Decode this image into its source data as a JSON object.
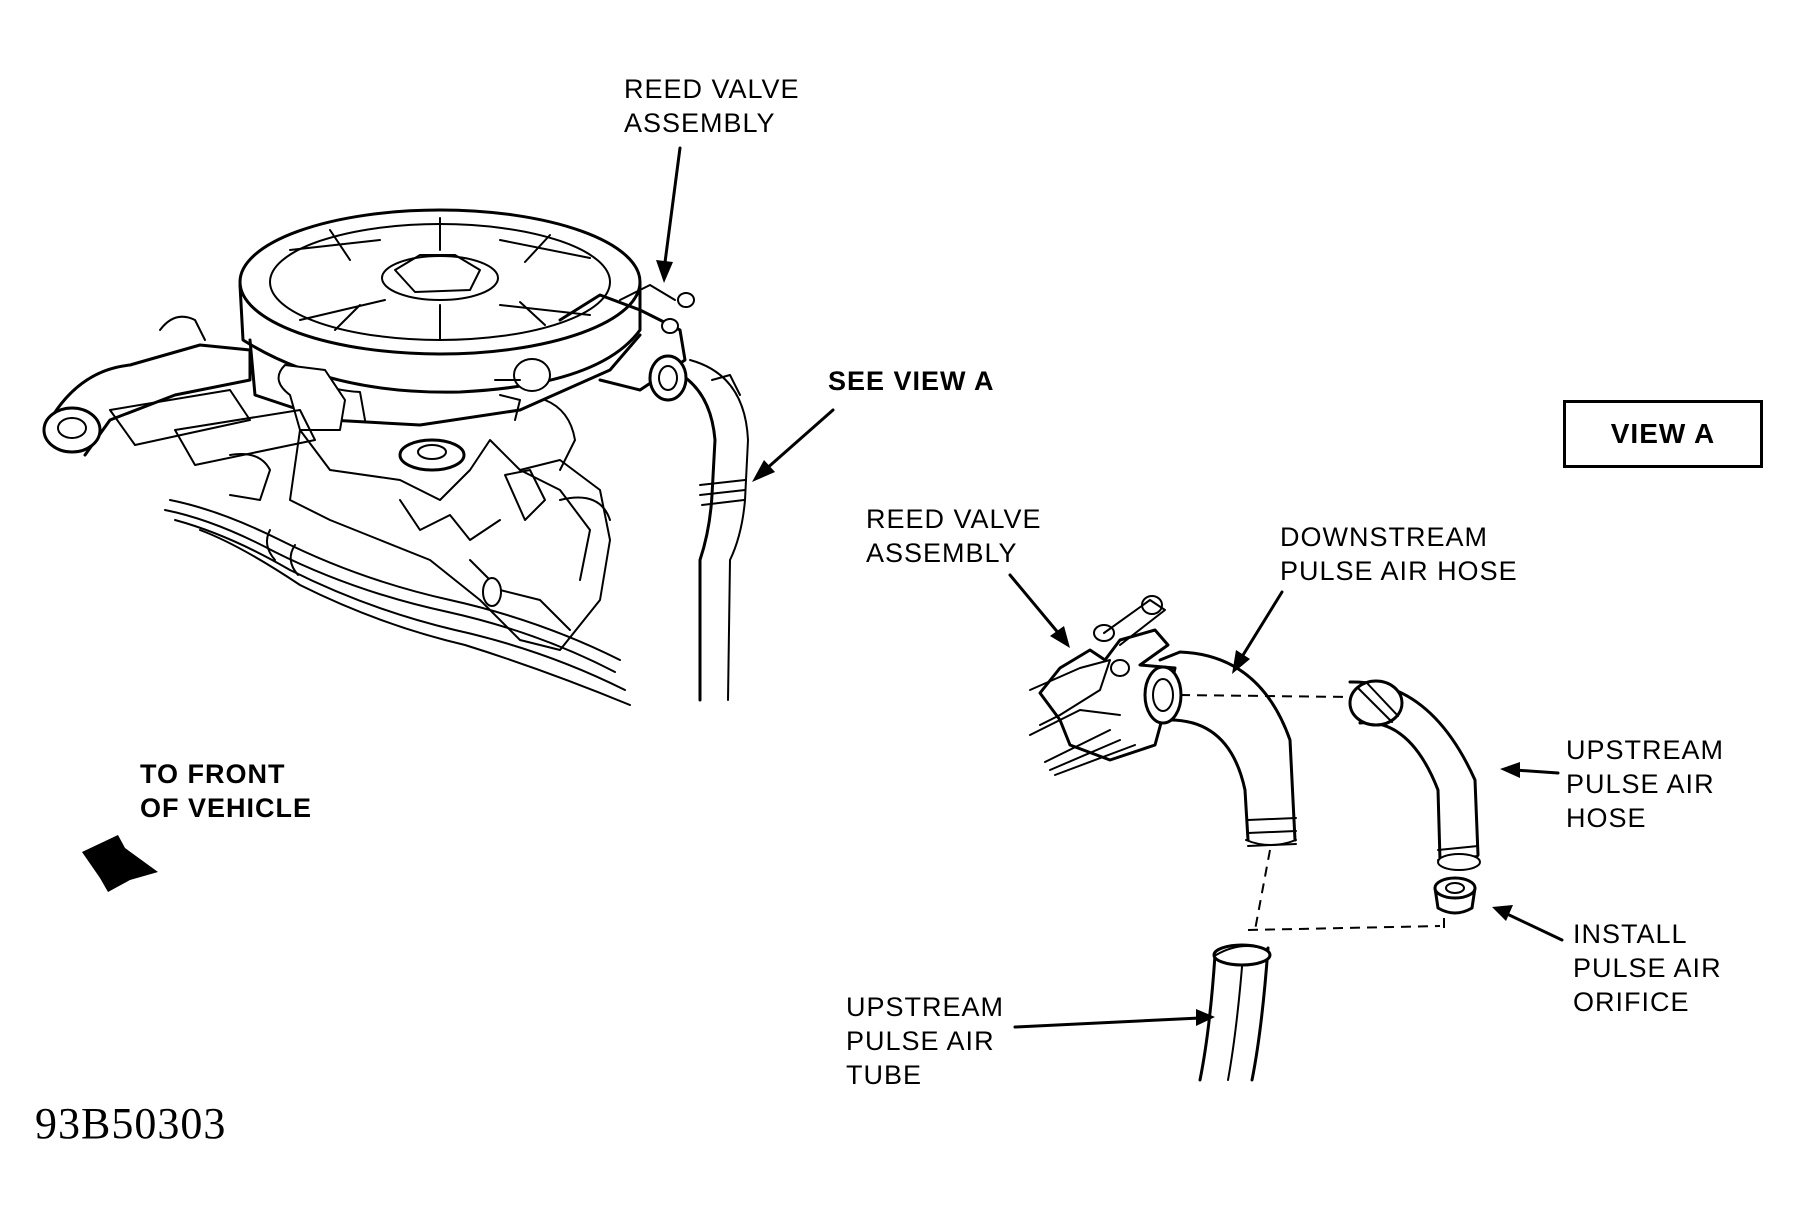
{
  "labels": {
    "reed_valve_top": [
      "REED VALVE",
      "ASSEMBLY"
    ],
    "see_view_a": "SEE VIEW A",
    "view_a": "VIEW A",
    "to_front": [
      "TO FRONT",
      "OF VEHICLE"
    ],
    "reed_valve_view": [
      "REED VALVE",
      "ASSEMBLY"
    ],
    "downstream_hose": [
      "DOWNSTREAM",
      "PULSE AIR HOSE"
    ],
    "upstream_hose": [
      "UPSTREAM",
      "PULSE AIR",
      "HOSE"
    ],
    "install_orifice": [
      "INSTALL",
      "PULSE AIR",
      "ORIFICE"
    ],
    "upstream_tube": [
      "UPSTREAM",
      "PULSE AIR",
      "TUBE"
    ]
  },
  "figure_id": "93B50303"
}
